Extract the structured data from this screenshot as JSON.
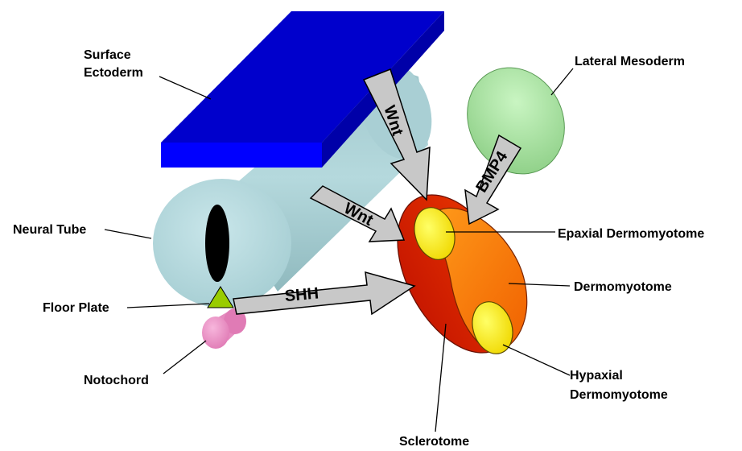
{
  "labels": {
    "surface_ectoderm_line1": "Surface",
    "surface_ectoderm_line2": "Ectoderm",
    "lateral_mesoderm": "Lateral Mesoderm",
    "neural_tube": "Neural Tube",
    "floor_plate": "Floor Plate",
    "notochord": "Notochord",
    "epaxial_dermomyotome": "Epaxial Dermomyotome",
    "dermomyotome": "Dermomyotome",
    "hypaxial_line1": "Hypaxial",
    "hypaxial_line2": "Dermomyotome",
    "sclerotome": "Sclerotome"
  },
  "arrows": {
    "wnt_from_ectoderm": "Wnt",
    "wnt_from_neural_tube": "Wnt",
    "bmp4_from_lateral": "BMP4",
    "shh_from_floor_plate": "SHH"
  },
  "colors": {
    "ectoderm_top": "#0000cc",
    "ectoderm_side": "#0000ff",
    "neural_tube": "#a6cdd2",
    "neural_tube_face": "#b9dde1",
    "lumen": "#000000",
    "floor_plate": "#99cc00",
    "notochord": "#ee8fc4",
    "lateral_mesoderm": "#a6e3a0",
    "somite_outer": "#d42a00",
    "somite_dermomyotome": "#ff7a00",
    "somite_yellow": "#ffee00",
    "signal_arrow": "#c8c8c8"
  }
}
